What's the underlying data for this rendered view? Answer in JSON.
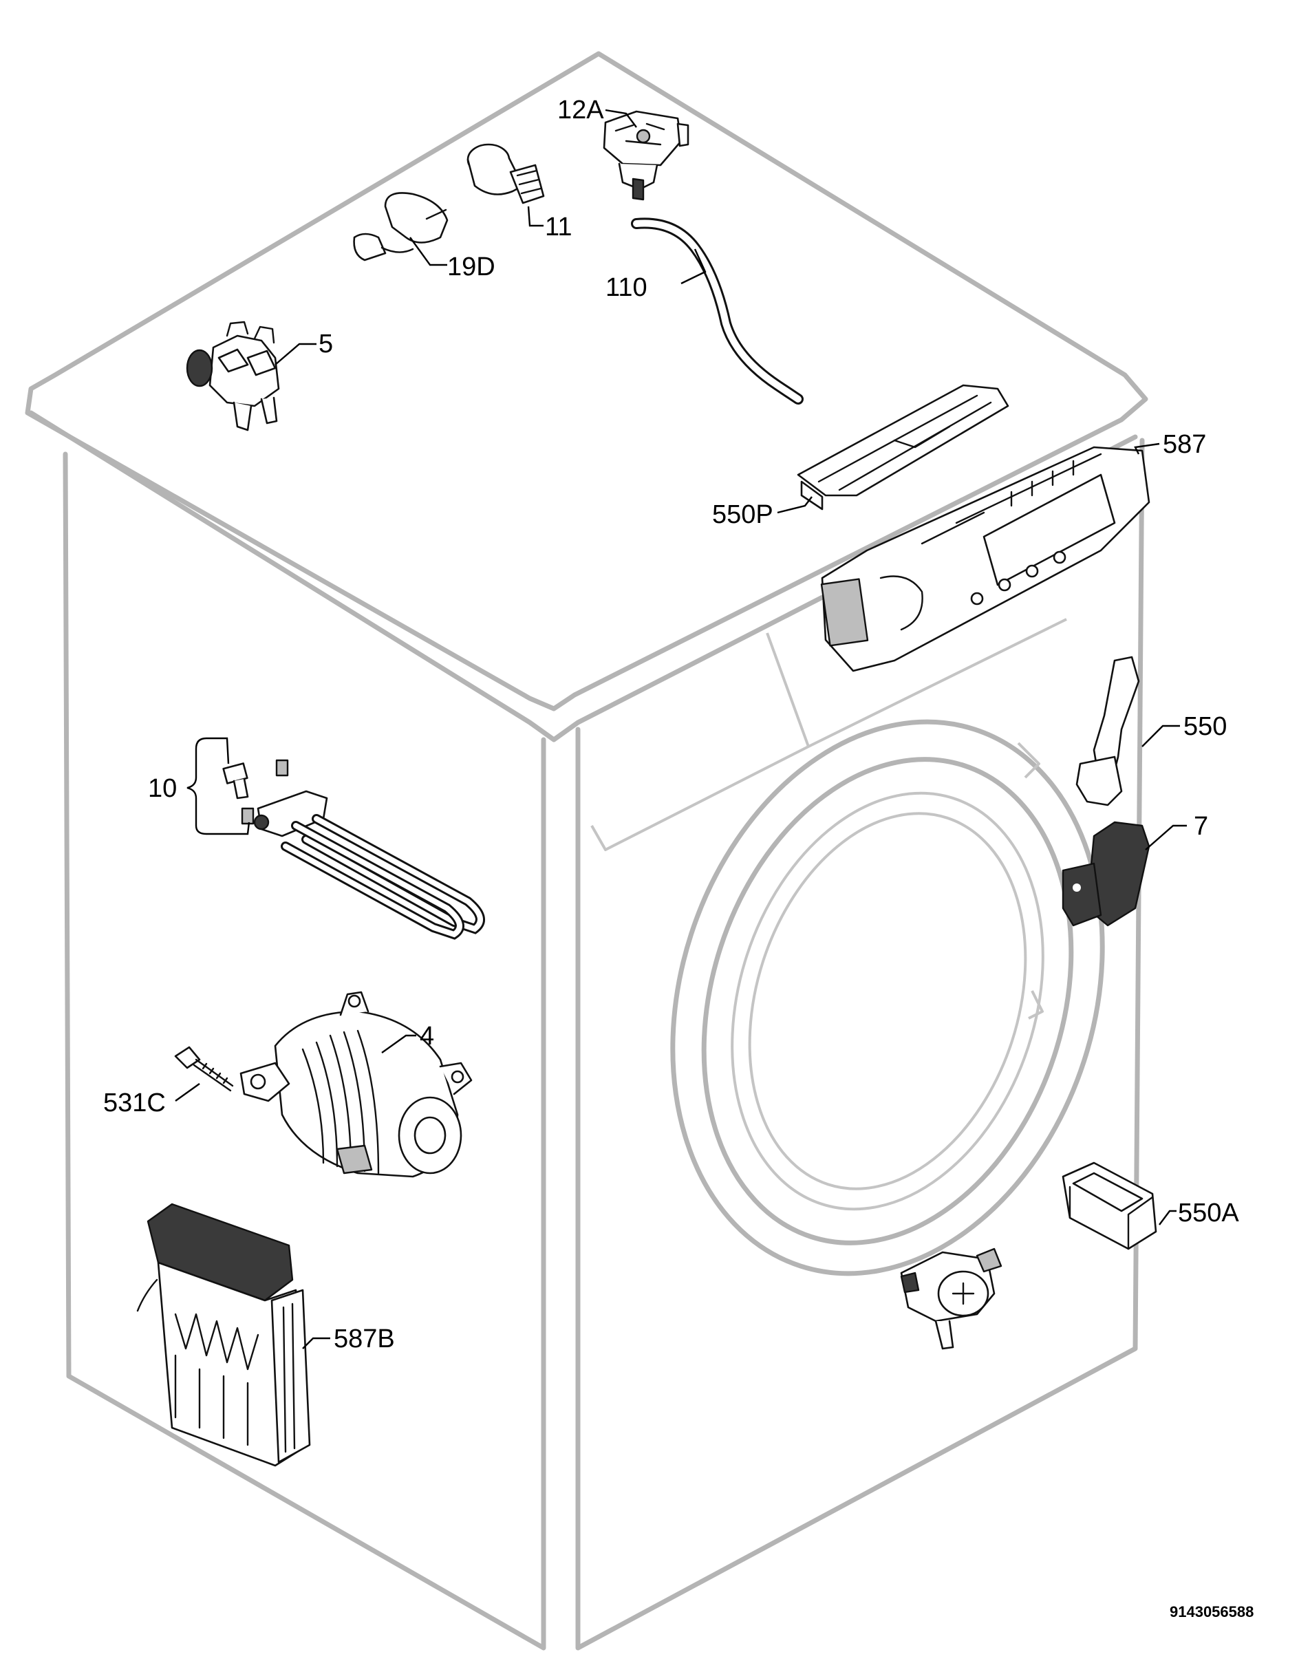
{
  "callouts": {
    "c12A": "12A",
    "c11": "11",
    "c19D": "19D",
    "c110": "110",
    "c5": "5",
    "c587": "587",
    "c550P": "550P",
    "c550": "550",
    "c10": "10",
    "c7": "7",
    "c4": "4",
    "c531C": "531C",
    "c550A": "550A",
    "c587B": "587B"
  },
  "document_number": "9143056588"
}
